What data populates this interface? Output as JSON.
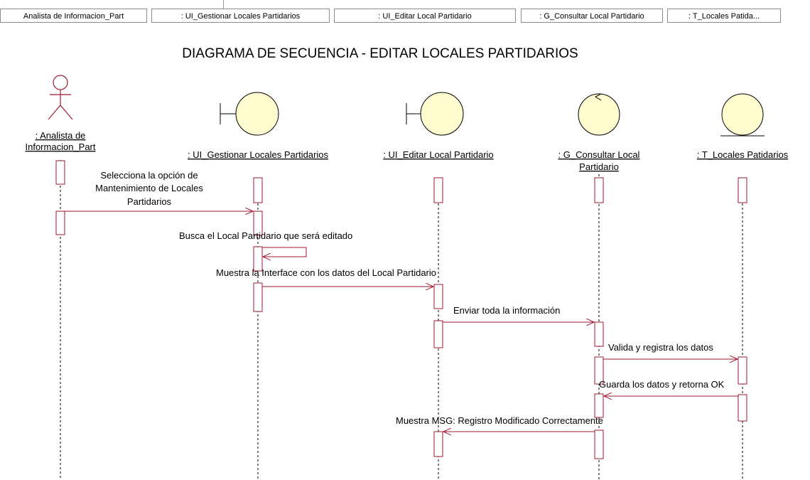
{
  "header": {
    "columns": [
      "Analista de Informacion_Part",
      ": UI_Gestionar Locales Partidarios",
      ": UI_Editar Local Partidario",
      ": G_Consultar Local Partidario",
      ": T_Locales Patida..."
    ]
  },
  "diagram": {
    "title": "DIAGRAMA DE SECUENCIA - EDITAR LOCALES PARTIDARIOS",
    "participants": [
      {
        "label_lines": [
          ": Analista de",
          "Informacion_Part"
        ],
        "kind": "actor"
      },
      {
        "label_lines": [
          ": UI_Gestionar Locales Partidarios"
        ],
        "kind": "boundary"
      },
      {
        "label_lines": [
          ": UI_Editar Local Partidario"
        ],
        "kind": "boundary"
      },
      {
        "label_lines": [
          ": G_Consultar Local",
          "Partidario"
        ],
        "kind": "control"
      },
      {
        "label_lines": [
          ": T_Locales Patidarios"
        ],
        "kind": "entity"
      }
    ],
    "messages": [
      {
        "text_lines": [
          "Selecciona la opción de",
          "Mantenimiento de Locales",
          "Partidarios"
        ],
        "from": 0,
        "to": 1
      },
      {
        "text_lines": [
          "Busca el Local Partidario que será editado"
        ],
        "from": 1,
        "to": 1
      },
      {
        "text_lines": [
          "Muestra la Interface con los datos del Local Partidario"
        ],
        "from": 1,
        "to": 2
      },
      {
        "text_lines": [
          "Enviar toda la información"
        ],
        "from": 2,
        "to": 3
      },
      {
        "text_lines": [
          "Valida y registra los datos"
        ],
        "from": 3,
        "to": 4
      },
      {
        "text_lines": [
          "Guarda los datos y retorna OK"
        ],
        "from": 4,
        "to": 3
      },
      {
        "text_lines": [
          "Muestra MSG: Registro Modificado Correctamente"
        ],
        "from": 3,
        "to": 2
      }
    ]
  },
  "colors": {
    "object_fill": "#fffdd0",
    "message_line": "#9e1b32",
    "outline": "#000000",
    "lifeline": "#000000"
  },
  "icons": [
    "actor-icon",
    "boundary-icon",
    "control-icon",
    "entity-icon"
  ]
}
